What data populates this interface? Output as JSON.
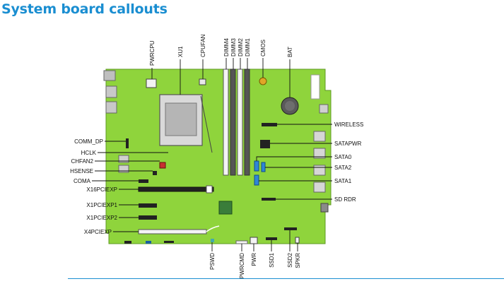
{
  "title": "System board callouts",
  "colors": {
    "title": "#1a8ed1",
    "board": "#8fd43c",
    "rule": "#1a8ed1"
  },
  "callouts": {
    "pwrcpu": "PWRCPU",
    "xu1": "XU1",
    "cpufan": "CPUFAN",
    "dimm4": "DIMM4",
    "dimm3": "DIMM3",
    "dimm2": "DIMM2",
    "dimm1": "DIMM1",
    "cmos": "CMOS",
    "bat": "BAT",
    "wireless": "WIRELESS",
    "satapwr": "SATAPWR",
    "sata0": "SATA0",
    "sata2": "SATA2",
    "sata1": "SATA1",
    "sd_rdr": "SD RDR",
    "comm_dp": "COMM_DP",
    "hclk": "HCLK",
    "chfan2": "CHFAN2",
    "hsense": "HSENSE",
    "coma": "COMA",
    "x16pciexp": "X16PCIEXP",
    "x1pciexp1": "X1PCIEXP1",
    "x1pciexp2": "X1PCIEXP2",
    "x4pciexp": "X4PCIEXP",
    "pswd": "PSWD",
    "pwrcmd": "PWRCMD",
    "pwr": "PWR",
    "ssd1": "SSD1",
    "ssd2": "SSD2",
    "spkr": "SPKR"
  }
}
